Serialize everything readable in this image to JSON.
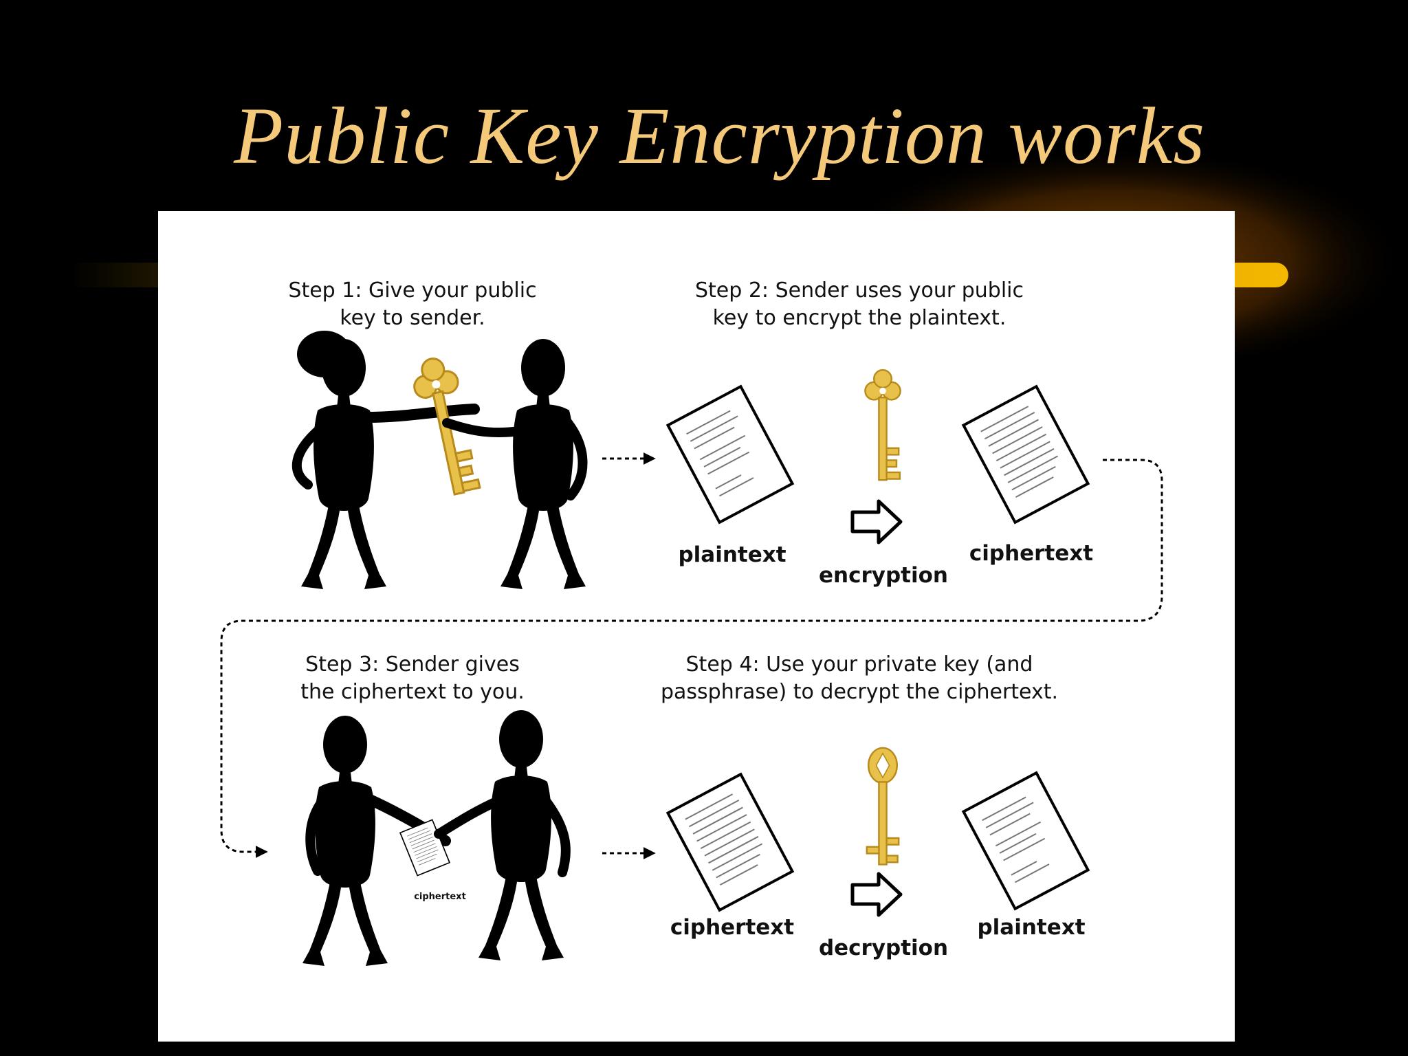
{
  "slide": {
    "title": "Public Key Encryption works",
    "colors": {
      "background": "#000000",
      "title": "#F5C97A",
      "accent": "#F5B800",
      "key": "#E8C14A",
      "panel": "#FFFFFF"
    }
  },
  "diagram": {
    "step1": {
      "line1": "Step 1: Give your public",
      "line2": "key to sender."
    },
    "step2": {
      "line1": "Step 2: Sender uses your public",
      "line2": "key to encrypt the plaintext."
    },
    "step3": {
      "line1": "Step 3: Sender gives",
      "line2": "the ciphertext to you."
    },
    "step4": {
      "line1": "Step 4: Use your private key (and",
      "line2": "passphrase) to decrypt the ciphertext."
    },
    "row1": {
      "input": "plaintext",
      "process": "encryption",
      "output": "ciphertext"
    },
    "row2": {
      "input": "ciphertext",
      "process": "decryption",
      "output": "plaintext",
      "handoff": "ciphertext"
    },
    "icons": [
      "person-icon",
      "public-key-icon",
      "private-key-icon",
      "document-icon",
      "arrow-right-icon"
    ]
  }
}
